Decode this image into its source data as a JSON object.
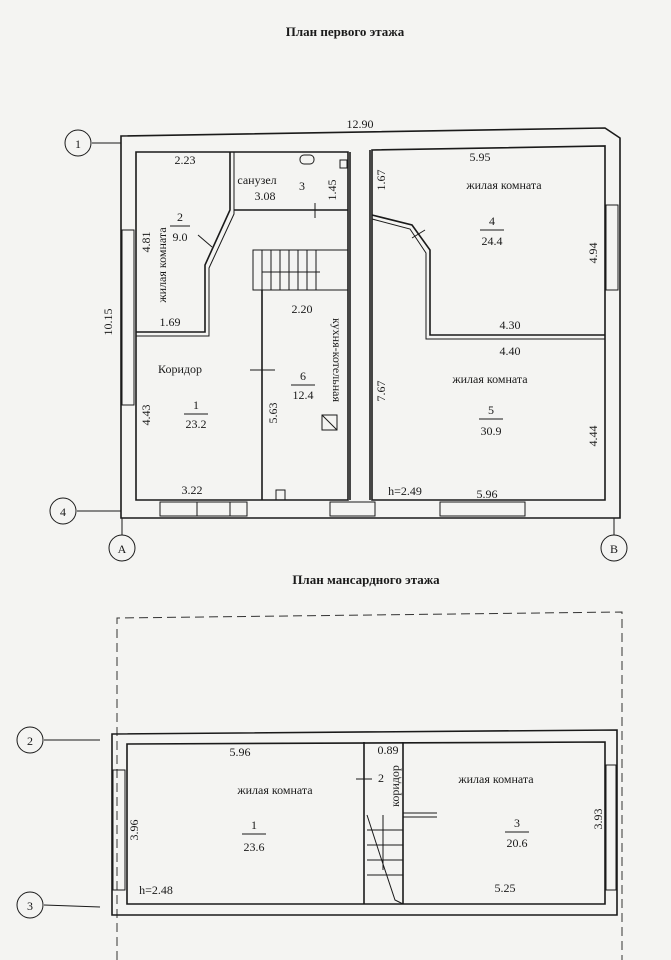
{
  "plan1": {
    "title": "План первого этажа",
    "axes": {
      "top": "1",
      "bottom": "4",
      "left": "A",
      "right": "B"
    },
    "overall_width": "12.90",
    "overall_height": "10.15",
    "rooms": [
      {
        "num": "1",
        "name": "Коридор",
        "area": "23.2",
        "dims": [
          "4.43",
          "3.22"
        ]
      },
      {
        "num": "2",
        "name": "жилая комната",
        "area": "9.0",
        "dims": [
          "2.23",
          "4.81",
          "1.69"
        ]
      },
      {
        "num": "3",
        "name": "санузел",
        "dims": [
          "3.08",
          "1.45"
        ]
      },
      {
        "num": "4",
        "name": "жилая комната",
        "area": "24.4",
        "dims": [
          "5.95",
          "1.67",
          "4.94",
          "4.30"
        ]
      },
      {
        "num": "5",
        "name": "жилая комната",
        "area": "30.9",
        "dims": [
          "4.40",
          "7.67",
          "4.44",
          "5.96"
        ]
      },
      {
        "num": "6",
        "name": "кухня-котельная",
        "area": "12.4",
        "dims": [
          "2.20",
          "5.63"
        ]
      }
    ],
    "height": "h=2.49"
  },
  "plan2": {
    "title": "План мансардного этажа",
    "axes": {
      "top": "2",
      "bottom": "3"
    },
    "rooms": [
      {
        "num": "1",
        "name": "жилая комната",
        "area": "23.6",
        "dims": [
          "5.96",
          "3.96"
        ]
      },
      {
        "num": "2",
        "name": "коридор",
        "dims": [
          "0.89"
        ]
      },
      {
        "num": "3",
        "name": "жилая комната",
        "area": "20.6",
        "dims": [
          "3.93",
          "5.25"
        ]
      }
    ],
    "height": "h=2.48"
  }
}
